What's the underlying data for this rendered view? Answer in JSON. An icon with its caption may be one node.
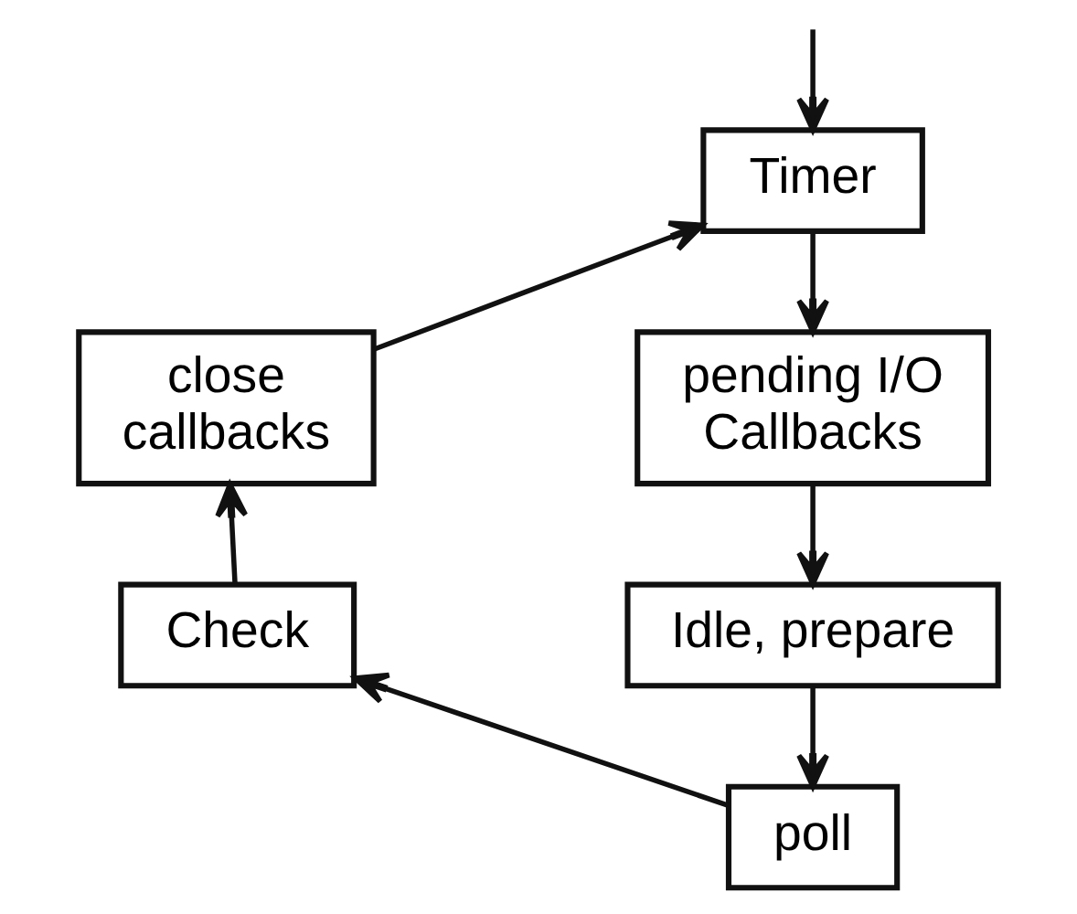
{
  "diagram": {
    "nodes": [
      {
        "text": [
          "Timer"
        ]
      },
      {
        "text": [
          "close callbacks"
        ]
      },
      {
        "text": [
          "pending I/O Callbacks"
        ]
      },
      {
        "text": [
          "Check"
        ]
      },
      {
        "text": [
          "Idle, prepare"
        ]
      },
      {
        "text": [
          "poll"
        ]
      }
    ],
    "edges": [
      {
        "from": null,
        "to": 0,
        "arrow": "to"
      },
      {
        "from": 0,
        "to": 2,
        "arrow": "to"
      },
      {
        "from": 2,
        "to": 4,
        "arrow": "to"
      },
      {
        "from": 4,
        "to": 5,
        "arrow": "to"
      },
      {
        "from": 5,
        "to": 3,
        "arrow": "to"
      },
      {
        "from": 3,
        "to": 1,
        "arrow": "to"
      },
      {
        "from": 1,
        "to": 0,
        "arrow": "to"
      }
    ]
  }
}
